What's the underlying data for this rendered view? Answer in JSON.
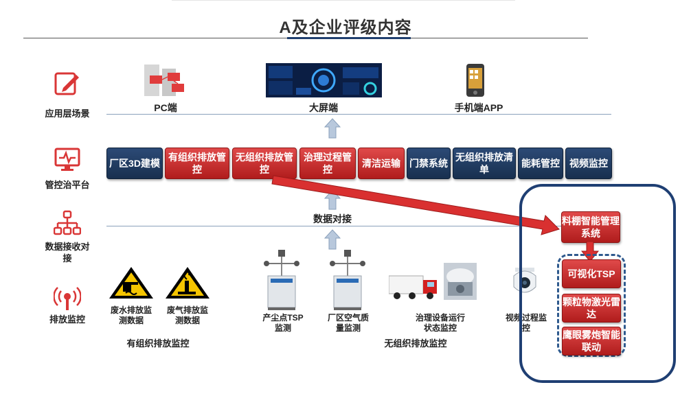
{
  "title": "A及企业评级内容",
  "layers": {
    "app": "应用层场景",
    "platform": "管控治平台",
    "data": "数据接收对接",
    "monitor": "排放监控"
  },
  "app_terminals": {
    "pc": "PC端",
    "screen": "大屏端",
    "mobile": "手机端APP"
  },
  "data_dock_label": "数据对接",
  "modules": [
    {
      "label": "厂区3D建模",
      "style": "navy"
    },
    {
      "label": "有组织排放管控",
      "style": "red"
    },
    {
      "label": "无组织排放管控",
      "style": "red"
    },
    {
      "label": "治理过程管控",
      "style": "red"
    },
    {
      "label": "清洁运输",
      "style": "red"
    },
    {
      "label": "门禁系统",
      "style": "navy"
    },
    {
      "label": "无组织排放清单",
      "style": "navy"
    },
    {
      "label": "能耗管控",
      "style": "navy"
    },
    {
      "label": "视频监控",
      "style": "navy"
    }
  ],
  "monitoring": {
    "wastewater": "废水排放监测数据",
    "wastegas": "废气排放监测数据",
    "tsp": "产尘点TSP监测",
    "air": "厂区空气质量监测",
    "equipment": "治理设备运行状态监控",
    "video": "视频过程监控",
    "organized_group": "有组织排放监控",
    "unorganized_group": "无组织排放监控"
  },
  "side_system": {
    "main": "料棚智能管理系统",
    "items": [
      "可视化TSP",
      "颗粒物激光雷达",
      "鹰眼雾炮智能联动"
    ]
  },
  "colors": {
    "navy": "#1f3a60",
    "red": "#c62828",
    "frame": "#1f3f73",
    "arrow": "#b8c8dc"
  }
}
